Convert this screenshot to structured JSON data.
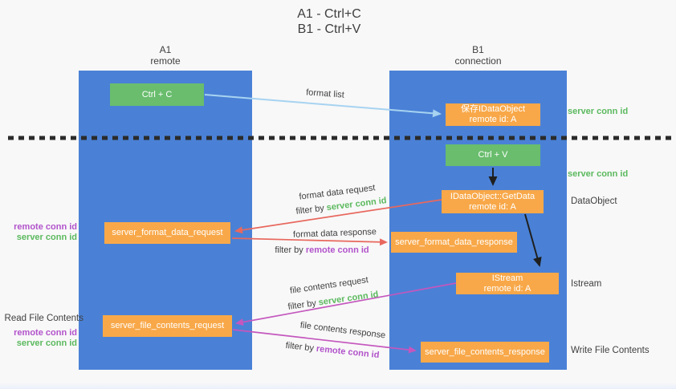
{
  "title": {
    "line1": "A1 - Ctrl+C",
    "line2": "B1 - Ctrl+V"
  },
  "lanes": {
    "left": {
      "name": "A1",
      "type": "remote"
    },
    "right": {
      "name": "B1",
      "type": "connection"
    }
  },
  "nodes": {
    "ctrl_c": {
      "label": "Ctrl + C"
    },
    "ctrl_v": {
      "label": "Ctrl + V"
    },
    "save_dataobject": {
      "line1": "保存IDataObject",
      "line2": "remote id: A"
    },
    "getdata": {
      "line1": "IDataObject::GetData",
      "line2": "remote id: A"
    },
    "istream": {
      "line1": "IStream",
      "line2": "remote id: A"
    },
    "format_request": {
      "label": "server_format_data_request"
    },
    "format_response": {
      "label": "server_format_data_response"
    },
    "file_request": {
      "label": "server_file_contents_request"
    },
    "file_response": {
      "label": "server_file_contents_response"
    }
  },
  "edges": {
    "format_list": {
      "label": "format list"
    },
    "format_data_request": {
      "label": "format data request",
      "filter_prefix": "filter by",
      "filter_key": "server conn id"
    },
    "format_data_response": {
      "label": "format data response",
      "filter_prefix": "filter by",
      "filter_key": "remote conn id"
    },
    "file_contents_request": {
      "label": "file contents request",
      "filter_prefix": "filter by",
      "filter_key": "server conn id"
    },
    "file_contents_response": {
      "label": "file contents response",
      "filter_prefix": "filter by",
      "filter_key": "remote conn id"
    }
  },
  "annotations": {
    "right_server_conn_id_top": "server conn id",
    "right_server_conn_id_mid": "server conn id",
    "dataobject": "DataObject",
    "istream": "Istream",
    "write_file_contents": "Write File Contents",
    "read_file_contents": "Read File Contents",
    "left_remote_conn_id_top": "remote conn id",
    "left_server_conn_id_top": "server conn id",
    "left_remote_conn_id_bottom": "remote conn id",
    "left_server_conn_id_bottom": "server conn id"
  },
  "colors": {
    "lane-blue": "#4a81d6",
    "box-green": "#69bd6d",
    "box-orange": "#f8a849",
    "arrow-blue": "#a7d3f1",
    "arrow-red": "#e8685e",
    "arrow-magenta": "#c457be",
    "arrow-black": "#1f1f1f",
    "text-green": "#5bb95e",
    "text-purple": "#b253cb",
    "text-dark": "#3f3f3f",
    "background": "#f8f8f8"
  }
}
